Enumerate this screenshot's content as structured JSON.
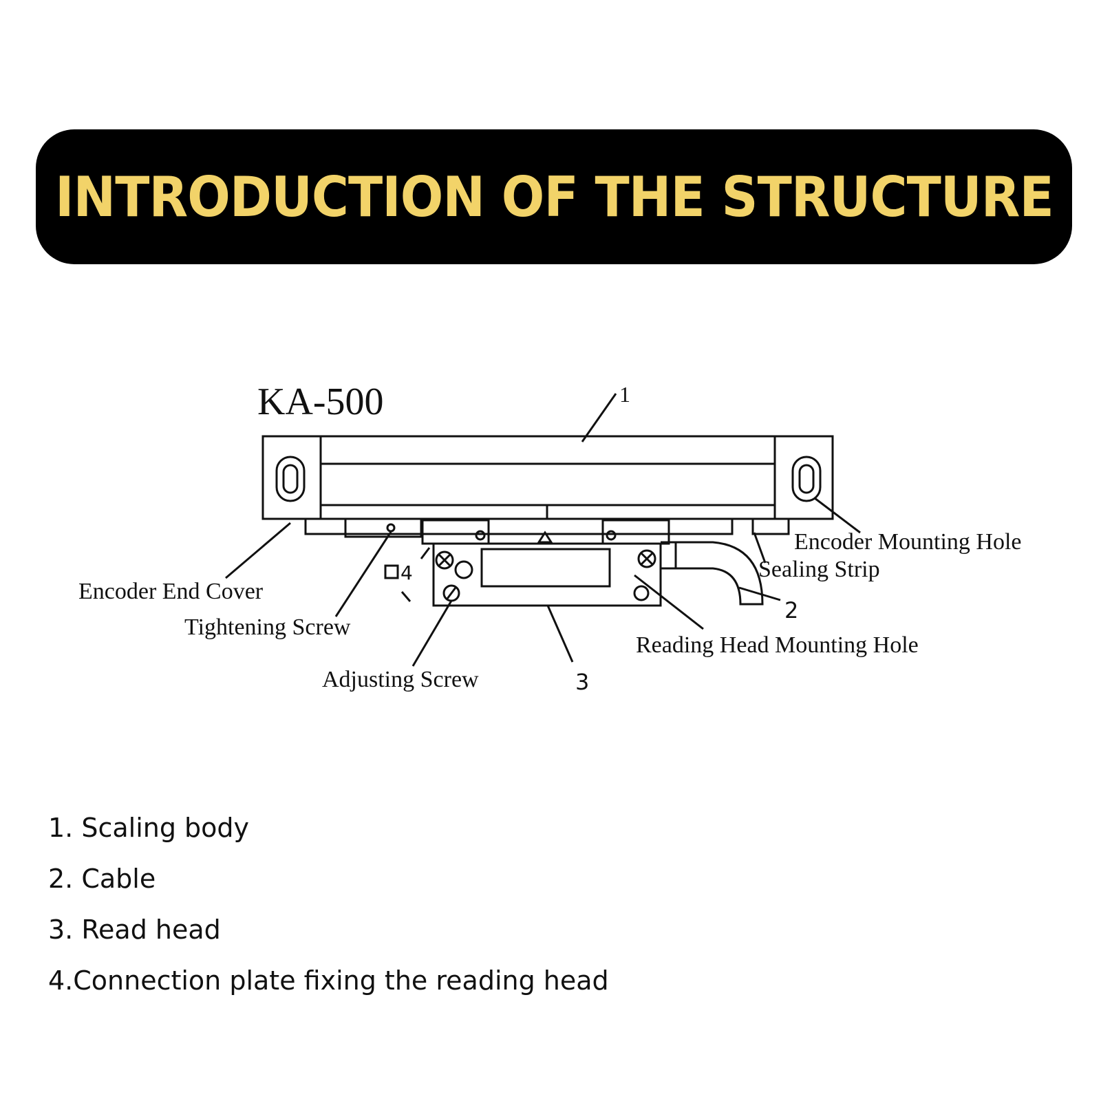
{
  "banner": {
    "title": "INTRODUCTION OF THE STRUCTURE",
    "background_color": "#000000",
    "text_color": "#f2d369"
  },
  "diagram": {
    "model": "KA-500",
    "callouts": {
      "n1": "1",
      "n2": "2",
      "n3": "3",
      "n4": "4"
    },
    "labels": {
      "encoder_mounting_hole": "Encoder Mounting Hole",
      "sealing_strip": "Sealing Strip",
      "encoder_end_cover": "Encoder End Cover",
      "tightening_screw": "Tightening Screw",
      "adjusting_screw": "Adjusting Screw",
      "reading_head_mounting_hole": "Reading Head Mounting Hole"
    }
  },
  "legend": {
    "items": [
      "1. Scaling body",
      "2. Cable",
      "3. Read head",
      "4.Connection plate fixing the reading head"
    ]
  }
}
